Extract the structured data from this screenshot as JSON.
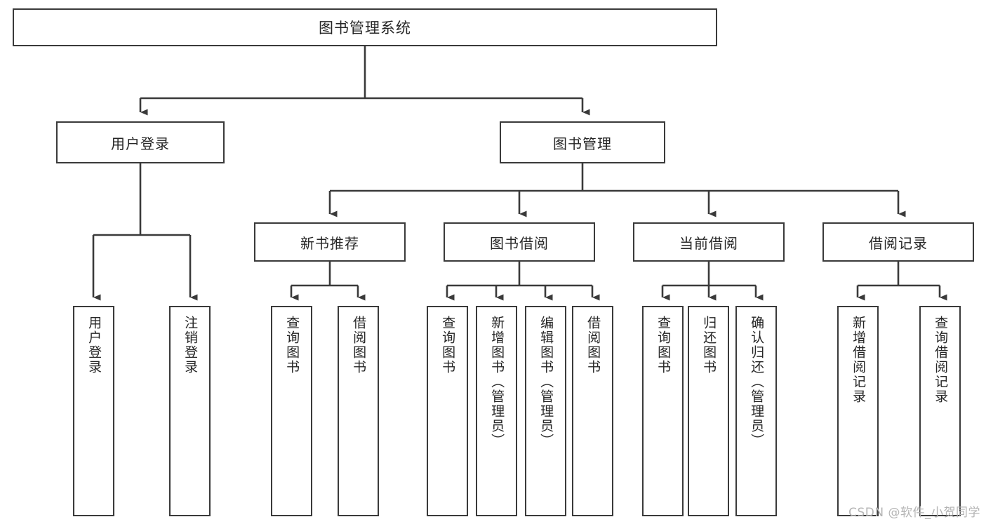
{
  "diagram": {
    "title": "图书管理系统",
    "type": "tree-hierarchy",
    "root": {
      "label": "图书管理系统"
    },
    "level2": [
      {
        "id": "user-login",
        "label": "用户登录"
      },
      {
        "id": "book-management",
        "label": "图书管理"
      }
    ],
    "level3": [
      {
        "id": "new-book-recommend",
        "label": "新书推荐",
        "parent": "book-management"
      },
      {
        "id": "book-borrow",
        "label": "图书借阅",
        "parent": "book-management"
      },
      {
        "id": "current-borrow",
        "label": "当前借阅",
        "parent": "book-management"
      },
      {
        "id": "borrow-record",
        "label": "借阅记录",
        "parent": "book-management"
      }
    ],
    "leaves": [
      {
        "id": "leaf-user-login",
        "label": "用户登录",
        "parent": "user-login"
      },
      {
        "id": "leaf-logout-login",
        "label": "注销登录",
        "parent": "user-login"
      },
      {
        "id": "leaf-query-book-1",
        "label": "查询图书",
        "parent": "new-book-recommend"
      },
      {
        "id": "leaf-borrow-book-1",
        "label": "借阅图书",
        "parent": "new-book-recommend"
      },
      {
        "id": "leaf-query-book-2",
        "label": "查询图书",
        "parent": "book-borrow"
      },
      {
        "id": "leaf-add-book",
        "label": "新增图书（管理员）",
        "parent": "book-borrow"
      },
      {
        "id": "leaf-edit-book",
        "label": "编辑图书（管理员）",
        "parent": "book-borrow"
      },
      {
        "id": "leaf-borrow-book-2",
        "label": "借阅图书",
        "parent": "book-borrow"
      },
      {
        "id": "leaf-query-book-3",
        "label": "查询图书",
        "parent": "current-borrow"
      },
      {
        "id": "leaf-return-book",
        "label": "归还图书",
        "parent": "current-borrow"
      },
      {
        "id": "leaf-confirm-return",
        "label": "确认归还（管理员）",
        "parent": "current-borrow"
      },
      {
        "id": "leaf-add-record",
        "label": "新增借阅记录",
        "parent": "borrow-record"
      },
      {
        "id": "leaf-query-record",
        "label": "查询借阅记录",
        "parent": "borrow-record"
      }
    ],
    "colors": {
      "stroke": "#3a3a3a",
      "fill": "#ffffff",
      "text": "#262626",
      "watermark": "#b4b4b4"
    }
  },
  "watermark": {
    "text": "CSDN @软件_小贺同学"
  }
}
